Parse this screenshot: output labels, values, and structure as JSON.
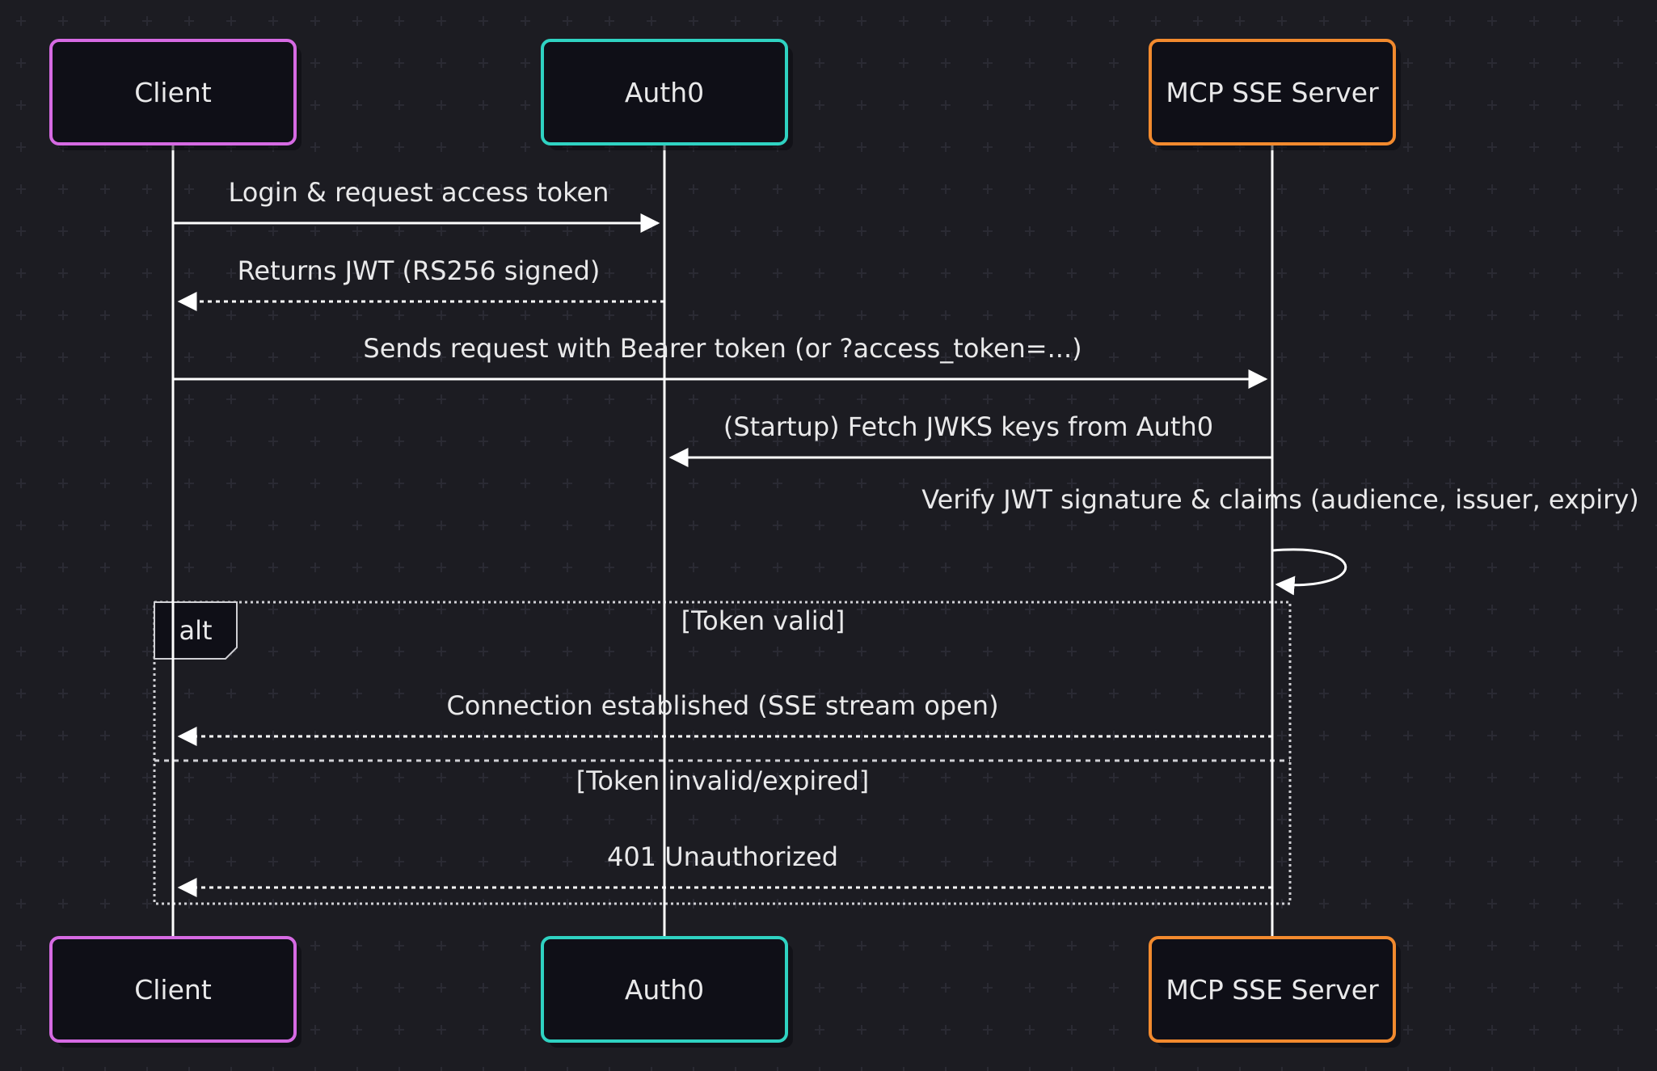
{
  "diagram": {
    "type": "sequence",
    "participants": [
      {
        "id": "client",
        "label": "Client",
        "border_color": "#d66ae3"
      },
      {
        "id": "auth0",
        "label": "Auth0",
        "border_color": "#2fd2c2"
      },
      {
        "id": "mcp",
        "label": "MCP SSE Server",
        "border_color": "#f28a2e"
      }
    ],
    "messages": [
      {
        "from": "client",
        "to": "auth0",
        "label": "Login & request access token",
        "style": "solid"
      },
      {
        "from": "auth0",
        "to": "client",
        "label": "Returns JWT (RS256 signed)",
        "style": "dashed"
      },
      {
        "from": "client",
        "to": "mcp",
        "label": "Sends request with Bearer token (or ?access_token=...)",
        "style": "solid"
      },
      {
        "from": "mcp",
        "to": "auth0",
        "label": "(Startup) Fetch JWKS keys from Auth0",
        "style": "solid"
      },
      {
        "from": "mcp",
        "to": "mcp",
        "label": "Verify JWT signature & claims (audience, issuer, expiry)",
        "style": "self"
      }
    ],
    "alt": {
      "label": "alt",
      "sections": [
        {
          "condition": "[Token valid]",
          "messages": [
            {
              "from": "mcp",
              "to": "client",
              "label": "Connection established (SSE stream open)",
              "style": "dashed"
            }
          ]
        },
        {
          "condition": "[Token invalid/expired]",
          "messages": [
            {
              "from": "mcp",
              "to": "client",
              "label": "401 Unauthorized",
              "style": "dashed"
            }
          ]
        }
      ]
    }
  },
  "colors": {
    "background": "#1c1c22",
    "grid_mark": "#2a2a33",
    "box_fill": "#0f0f17",
    "line": "#ffffff",
    "text": "#e9e9ea",
    "frame": "#cfcfd4"
  }
}
